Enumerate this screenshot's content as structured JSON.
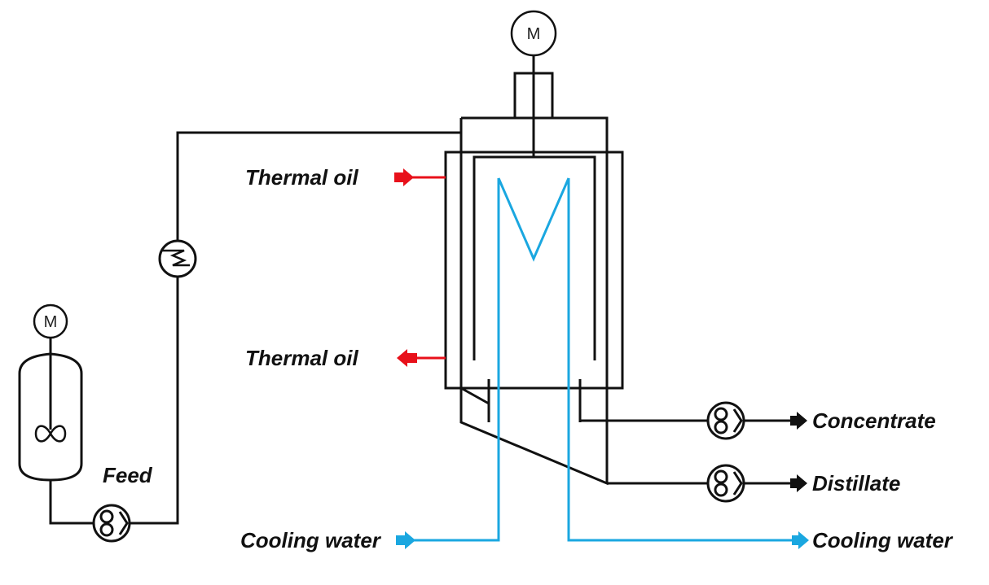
{
  "labels": {
    "thermal_oil_in": "Thermal oil",
    "thermal_oil_out": "Thermal oil",
    "feed": "Feed",
    "cooling_water_in": "Cooling water",
    "cooling_water_out": "Cooling water",
    "concentrate": "Concentrate",
    "distillate": "Distillate"
  },
  "motors": {
    "top_motor": "M",
    "feed_tank_motor": "M"
  },
  "icons": {
    "feed_pump": "gear-pump-icon",
    "concentrate_pump": "gear-pump-icon",
    "distillate_pump": "gear-pump-icon",
    "heat_exchanger": "heat-exchanger-icon",
    "stirrer": "impeller-icon"
  },
  "colors": {
    "process_line": "#111111",
    "cooling_water": "#1aa7e0",
    "thermal_oil": "#e8101a"
  }
}
